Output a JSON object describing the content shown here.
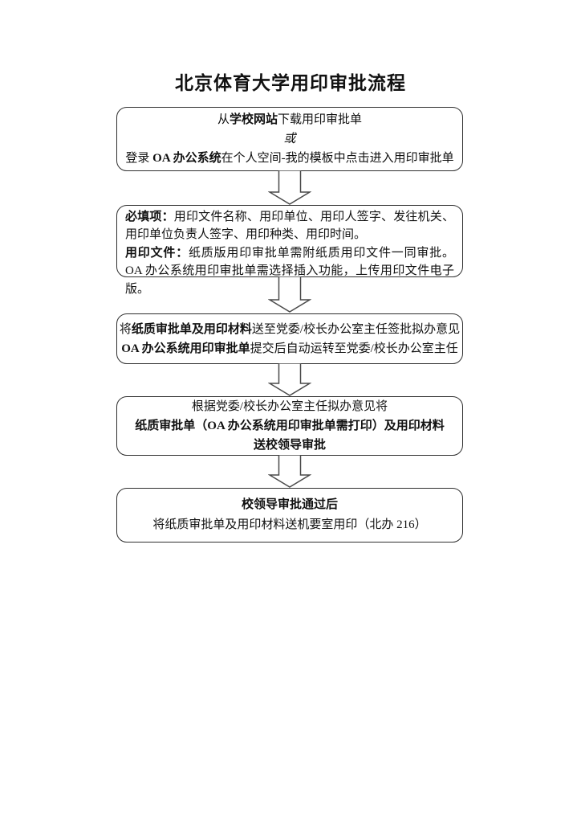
{
  "page": {
    "title": "北京体育大学用印审批流程",
    "background_color": "#ffffff",
    "text_color": "#111111"
  },
  "style": {
    "box_border_color": "#2f2f2f",
    "arrow_outline_color": "#4a4a4a",
    "arrow_fill_color": "#ffffff"
  },
  "flowchart": {
    "connector_icon": "block-down-arrow",
    "step1": {
      "line1": [
        "从",
        "学校网站",
        "下载用印审批单"
      ],
      "line2": [
        "或"
      ],
      "line3": [
        "登录 ",
        "OA 办公系统",
        "在个人空间-我的模板中点击进入用印审批单"
      ]
    },
    "step2": {
      "para1": [
        "必填项：",
        "用印文件名称、用印单位、用印人签字、发往机关、用印单位负责人签字、用印种类、用印时间。"
      ],
      "para2": [
        "用印文件：",
        "纸质版用印审批单需附纸质用印文件一同审批。OA 办公系统用印审批单需选择插入功能，上传用印文件电子版。"
      ]
    },
    "step3": {
      "line1": [
        "将",
        "纸质审批单及用印材料",
        "送至党委/校长办公室主任签批拟办意见"
      ],
      "line2": [
        "OA 办公系统用印审批单",
        "提交后自动运转至党委/校长办公室主任"
      ]
    },
    "step4": {
      "line1": [
        "根据党委/校长办公室主任拟办意见将"
      ],
      "line2": [
        "纸质审批单（OA 办公系统用印审批单需打印）及用印材料"
      ],
      "line3": [
        "送校领导审批"
      ]
    },
    "step5": {
      "line1": [
        "校领导审批通过后"
      ],
      "line2": [
        "将纸质审批单及用印材料送机要室用印（北办 216）"
      ]
    }
  }
}
